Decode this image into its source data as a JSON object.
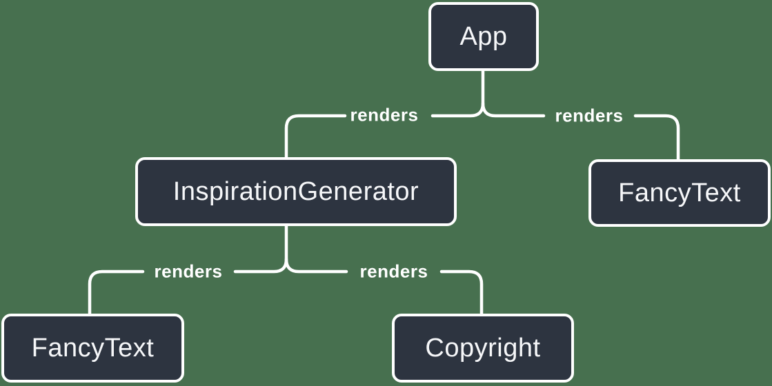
{
  "diagram": {
    "background_color": "#47704F",
    "node_fill_color": "#2D3440",
    "node_border_color": "#FFFFFF",
    "node_text_color": "#F6F7F9",
    "edge_color": "#FFFFFF",
    "edge_label_color": "#FFFFFF",
    "nodes": [
      {
        "id": "app",
        "label": "App"
      },
      {
        "id": "inspiration-generator",
        "label": "InspirationGenerator"
      },
      {
        "id": "fancy-text-top",
        "label": "FancyText"
      },
      {
        "id": "fancy-text-bottom",
        "label": "FancyText"
      },
      {
        "id": "copyright",
        "label": "Copyright"
      }
    ],
    "edges": [
      {
        "from": "App",
        "to": "InspirationGenerator",
        "label": "renders"
      },
      {
        "from": "App",
        "to": "FancyText",
        "label": "renders"
      },
      {
        "from": "InspirationGenerator",
        "to": "FancyText",
        "label": "renders"
      },
      {
        "from": "InspirationGenerator",
        "to": "Copyright",
        "label": "renders"
      }
    ]
  }
}
